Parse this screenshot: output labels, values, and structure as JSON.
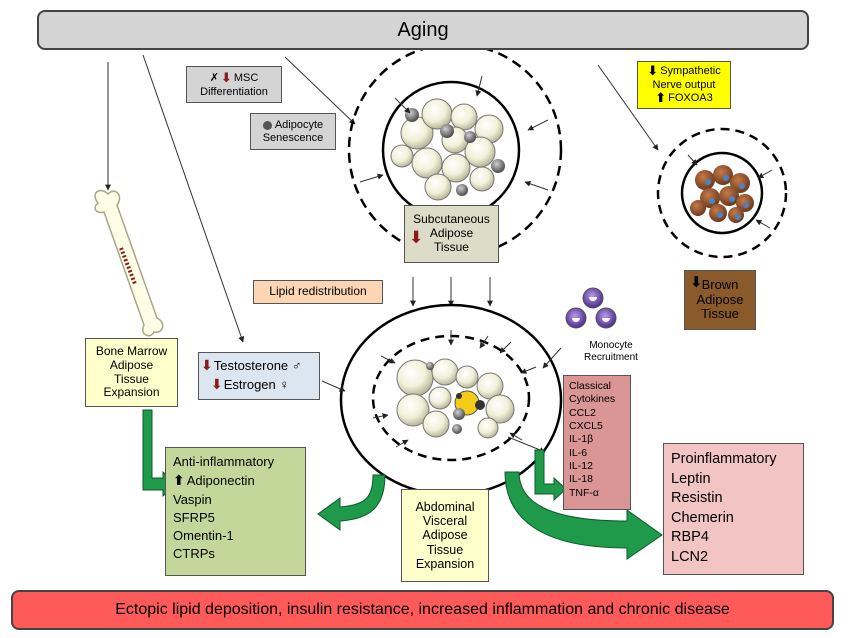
{
  "aging": "Aging",
  "msc": {
    "label": "MSC",
    "label2": "Differentiation"
  },
  "senescence": {
    "line1": "Adipocyte",
    "line2": "Senescence"
  },
  "subcutaneous": [
    "Subcutaneous",
    "Adipose",
    "Tissue"
  ],
  "sympathetic": {
    "line1": "Sympathetic",
    "line2": "Nerve output",
    "line3": "FOXOA3"
  },
  "brown": [
    "Brown",
    "Adipose",
    "Tissue"
  ],
  "lipid": "Lipid redistribution",
  "monocyte": [
    "Monocyte",
    "Recruitment"
  ],
  "bone_marrow": [
    "Bone Marrow",
    "Adipose",
    "Tissue",
    "Expansion"
  ],
  "hormones": {
    "testosterone": "Testosterone ♂",
    "estrogen": "Estrogen ♀"
  },
  "classical": [
    "Classical",
    "Cytokines",
    "CCL2",
    "CXCL5",
    "IL-1β",
    "IL-6",
    "IL-12",
    "IL-18",
    "TNF-α"
  ],
  "anti": {
    "title": "Anti-inflammatory",
    "adiponectin": "Adiponectin",
    "items": [
      "Vaspin",
      "SFRP5",
      "Omentin-1",
      "CTRPs"
    ]
  },
  "abdominal": [
    "Abdominal",
    "Visceral",
    "Adipose",
    "Tissue",
    "Expansion"
  ],
  "pro": [
    "Proinflammatory",
    "Leptin",
    "Resistin",
    "Chemerin",
    "RBP4",
    "LCN2"
  ],
  "bottom": "Ectopic lipid deposition, insulin resistance, increased inflammation  and chronic disease",
  "colors": {
    "gray_box": "#d4d4d4",
    "sympathetic_box": "#ffff00",
    "brown_box": "#8b5a2b",
    "lipid_box": "#fcd5b4",
    "hormone_box": "#dce6f1",
    "cytokine_box": "#d99694",
    "anti_box": "#c4d79b",
    "pro_box": "#f2c4c4",
    "bottom_bar": "#ff5a5a",
    "green_arrow": "#1e9a4a",
    "down_arrow": "#8b1a1a"
  }
}
